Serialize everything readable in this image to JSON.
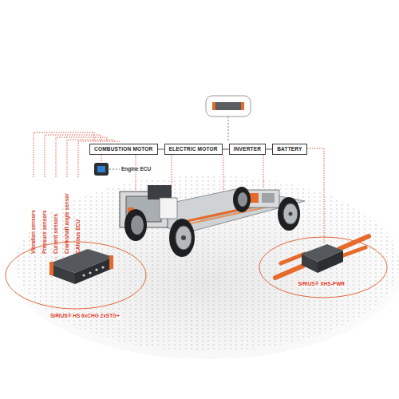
{
  "diagram": {
    "nodes": [
      {
        "text": [
          "COMBUSTION MOTOR"
        ]
      },
      {
        "text": [
          "ELECTRIC MOTOR"
        ]
      },
      {
        "text": [
          "INVERTER"
        ]
      },
      {
        "text": [
          "BATTERY"
        ]
      }
    ],
    "edges": [
      {
        "from": 0,
        "to": 1,
        "arrow": "none"
      },
      {
        "from": 1,
        "to": 2,
        "arrow": "none"
      },
      {
        "from": 2,
        "to": 3,
        "arrow": "none"
      }
    ],
    "labels": [
      "Engine ECU",
      "Vibration sensors",
      "Pressure sensors",
      "Current sensors",
      "Crankshaft angle sensor",
      "CAN bus ECU",
      "SIRIUS® HS 6xCHG 2xSTG+",
      "SIRIUS® XHS-PWR"
    ]
  }
}
